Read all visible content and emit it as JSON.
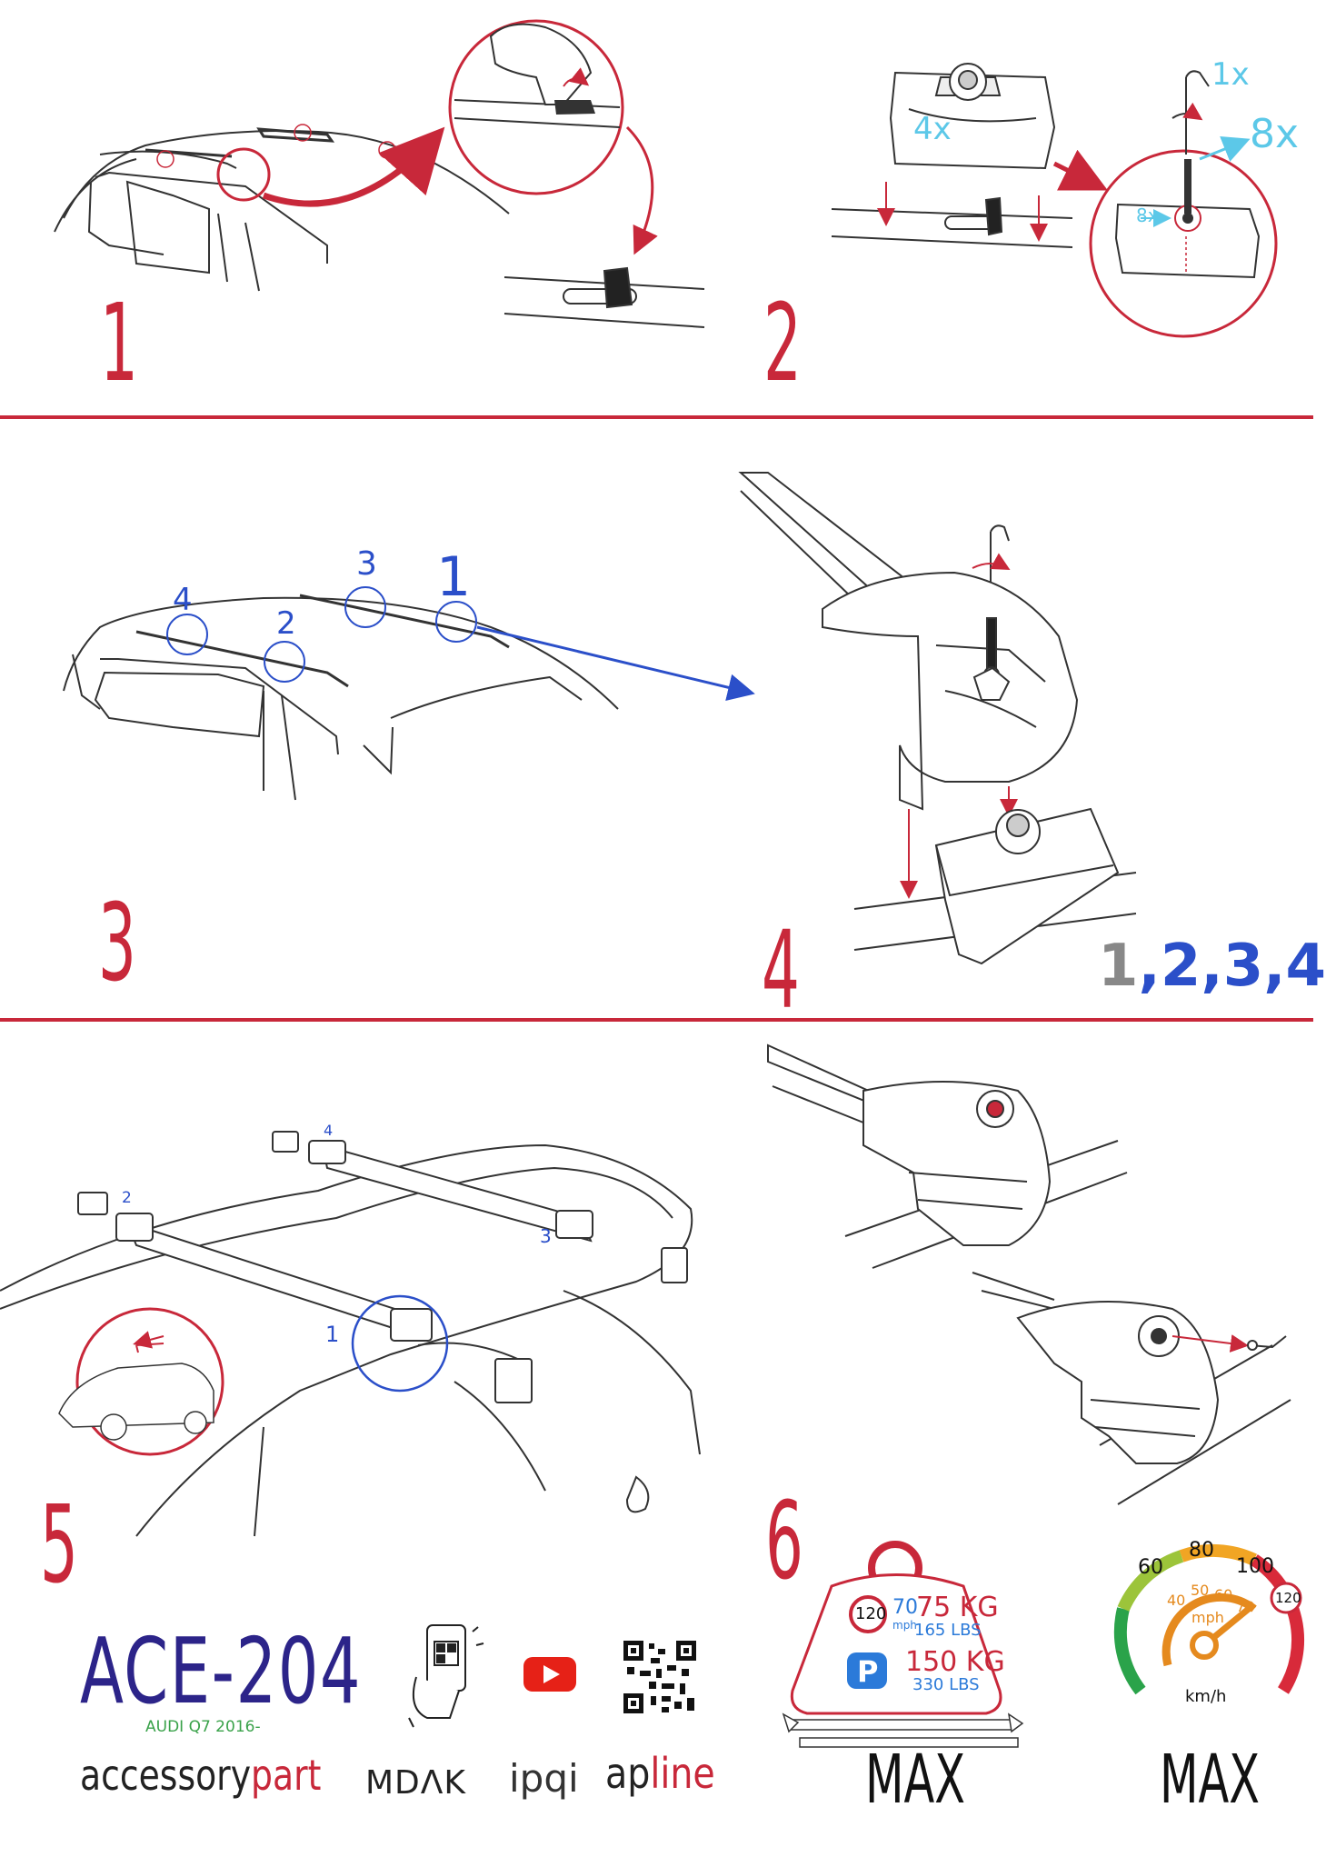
{
  "steps": {
    "s1": "1",
    "s2": "2",
    "s3": "3",
    "s4": "4",
    "s5": "5",
    "s6": "6"
  },
  "step2": {
    "qty_foot": "4x",
    "qty_key": "1x",
    "qty_bolt": "8x",
    "qty_bolt_small": "8x"
  },
  "step3": {
    "pos1": "1",
    "pos2": "2",
    "pos3": "3",
    "pos4": "4"
  },
  "step4": {
    "order_1": "1",
    "sep1": ",",
    "order_2": "2",
    "sep2": ",",
    "order_3": "3",
    "sep3": ",",
    "order_4": "4"
  },
  "step5": {
    "pos1": "1",
    "pos2": "2",
    "pos3": "3",
    "pos4": "4"
  },
  "product": {
    "code": "ACE-204",
    "vehicle": "AUDI Q7 2016-"
  },
  "brands": {
    "accessorypart_a": "accessory",
    "accessorypart_b": "part",
    "mdak": "MDΛK",
    "ipqi": "ipqi",
    "apline_a": "ap",
    "apline_b": "line"
  },
  "load": {
    "speed_limit": "120",
    "speed_mid": "70",
    "speed_unit": "mph",
    "driving_kg": "75 KG",
    "driving_lbs": "165 LBS",
    "parking_symbol": "P",
    "parking_kg": "150 KG",
    "parking_lbs": "330 LBS",
    "max_label": "MAX"
  },
  "speedo": {
    "kmh_60": "60",
    "kmh_80": "80",
    "kmh_100": "100",
    "kmh_120": "120",
    "mph_40": "40",
    "mph_50": "50",
    "mph_60": "60",
    "mph_70": "70",
    "mph_label": "mph",
    "kmh_label": "km/h",
    "max_label": "MAX"
  },
  "colors": {
    "accent_red": "#c8283a",
    "blue": "#2b4fc9",
    "cyan": "#5cc8e8",
    "navy": "#2c2489",
    "gray": "#888888"
  }
}
